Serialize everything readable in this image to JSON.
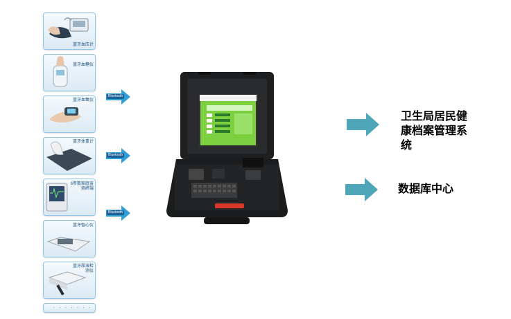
{
  "devices": [
    {
      "label": "蓝牙血压计",
      "icon": "blood-pressure-monitor-icon"
    },
    {
      "label": "蓝牙血糖仪",
      "icon": "glucose-meter-icon"
    },
    {
      "label": "蓝牙血氧仪",
      "icon": "pulse-oximeter-icon"
    },
    {
      "label": "蓝牙体重计",
      "icon": "body-scale-icon"
    },
    {
      "label": "6参数家庭监测终端",
      "icon": "vital-signs-monitor-icon"
    },
    {
      "label": "蓝牙智心仪",
      "icon": "ecg-device-icon"
    },
    {
      "label": "蓝牙尿液检测仪",
      "icon": "urine-analyzer-icon"
    }
  ],
  "more_dots": "· · · · · · · ·",
  "bluetooth_label": "Bluetooth",
  "kiosk": {
    "screen_title": "卫生局健康管理一体机",
    "screen_subtitle": "健康档案管理系统"
  },
  "outputs": [
    {
      "text": "卫生局居民健康档案管理系统"
    },
    {
      "text": "数据库中心"
    }
  ],
  "colors": {
    "arrow_fill": "#2e9fd6",
    "arrow_teal": "#4fa6b8",
    "tile_border": "#8fc6e6",
    "screen_green": "#6fcf3a"
  }
}
